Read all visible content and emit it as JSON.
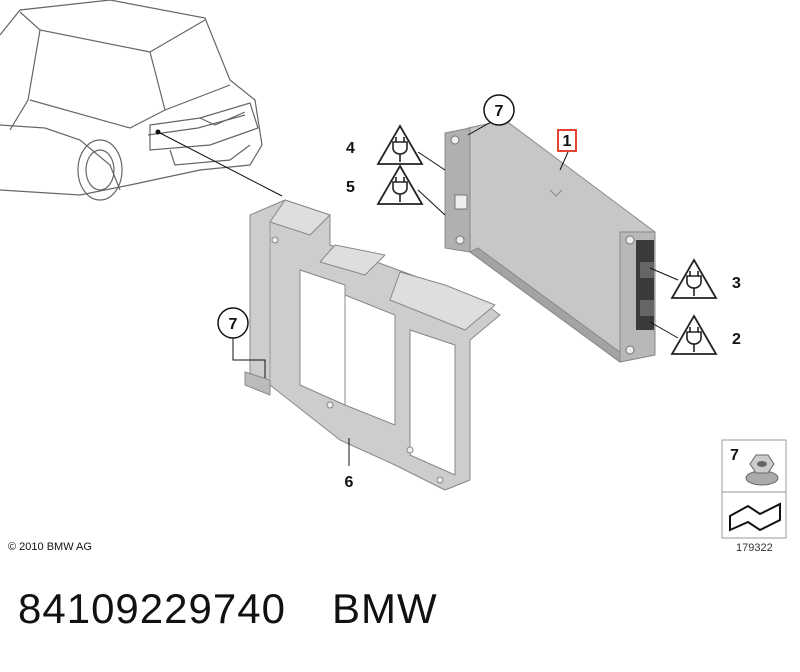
{
  "diagram": {
    "callouts": {
      "main_unit": "1",
      "connector_lower": "2",
      "connector_upper": "3",
      "connector_left_top": "4",
      "connector_left_bottom": "5",
      "bracket": "6",
      "nut_top": "7",
      "nut_left": "7"
    },
    "legend": {
      "part_number": "7",
      "part_icon": "hex-flange-nut-icon",
      "lower_icon": "bent-arrow-icon"
    },
    "warning_icon": "plug-warning-triangle-icon",
    "highlight_color": "#e0301e",
    "part_fill": "#c4c4c4",
    "part_fill_dark": "#a9a9a9"
  },
  "footer": {
    "copyright": "© 2010 BMW AG",
    "reference": "179322"
  },
  "caption": {
    "part_number": "84109229740",
    "brand": "BMW"
  }
}
